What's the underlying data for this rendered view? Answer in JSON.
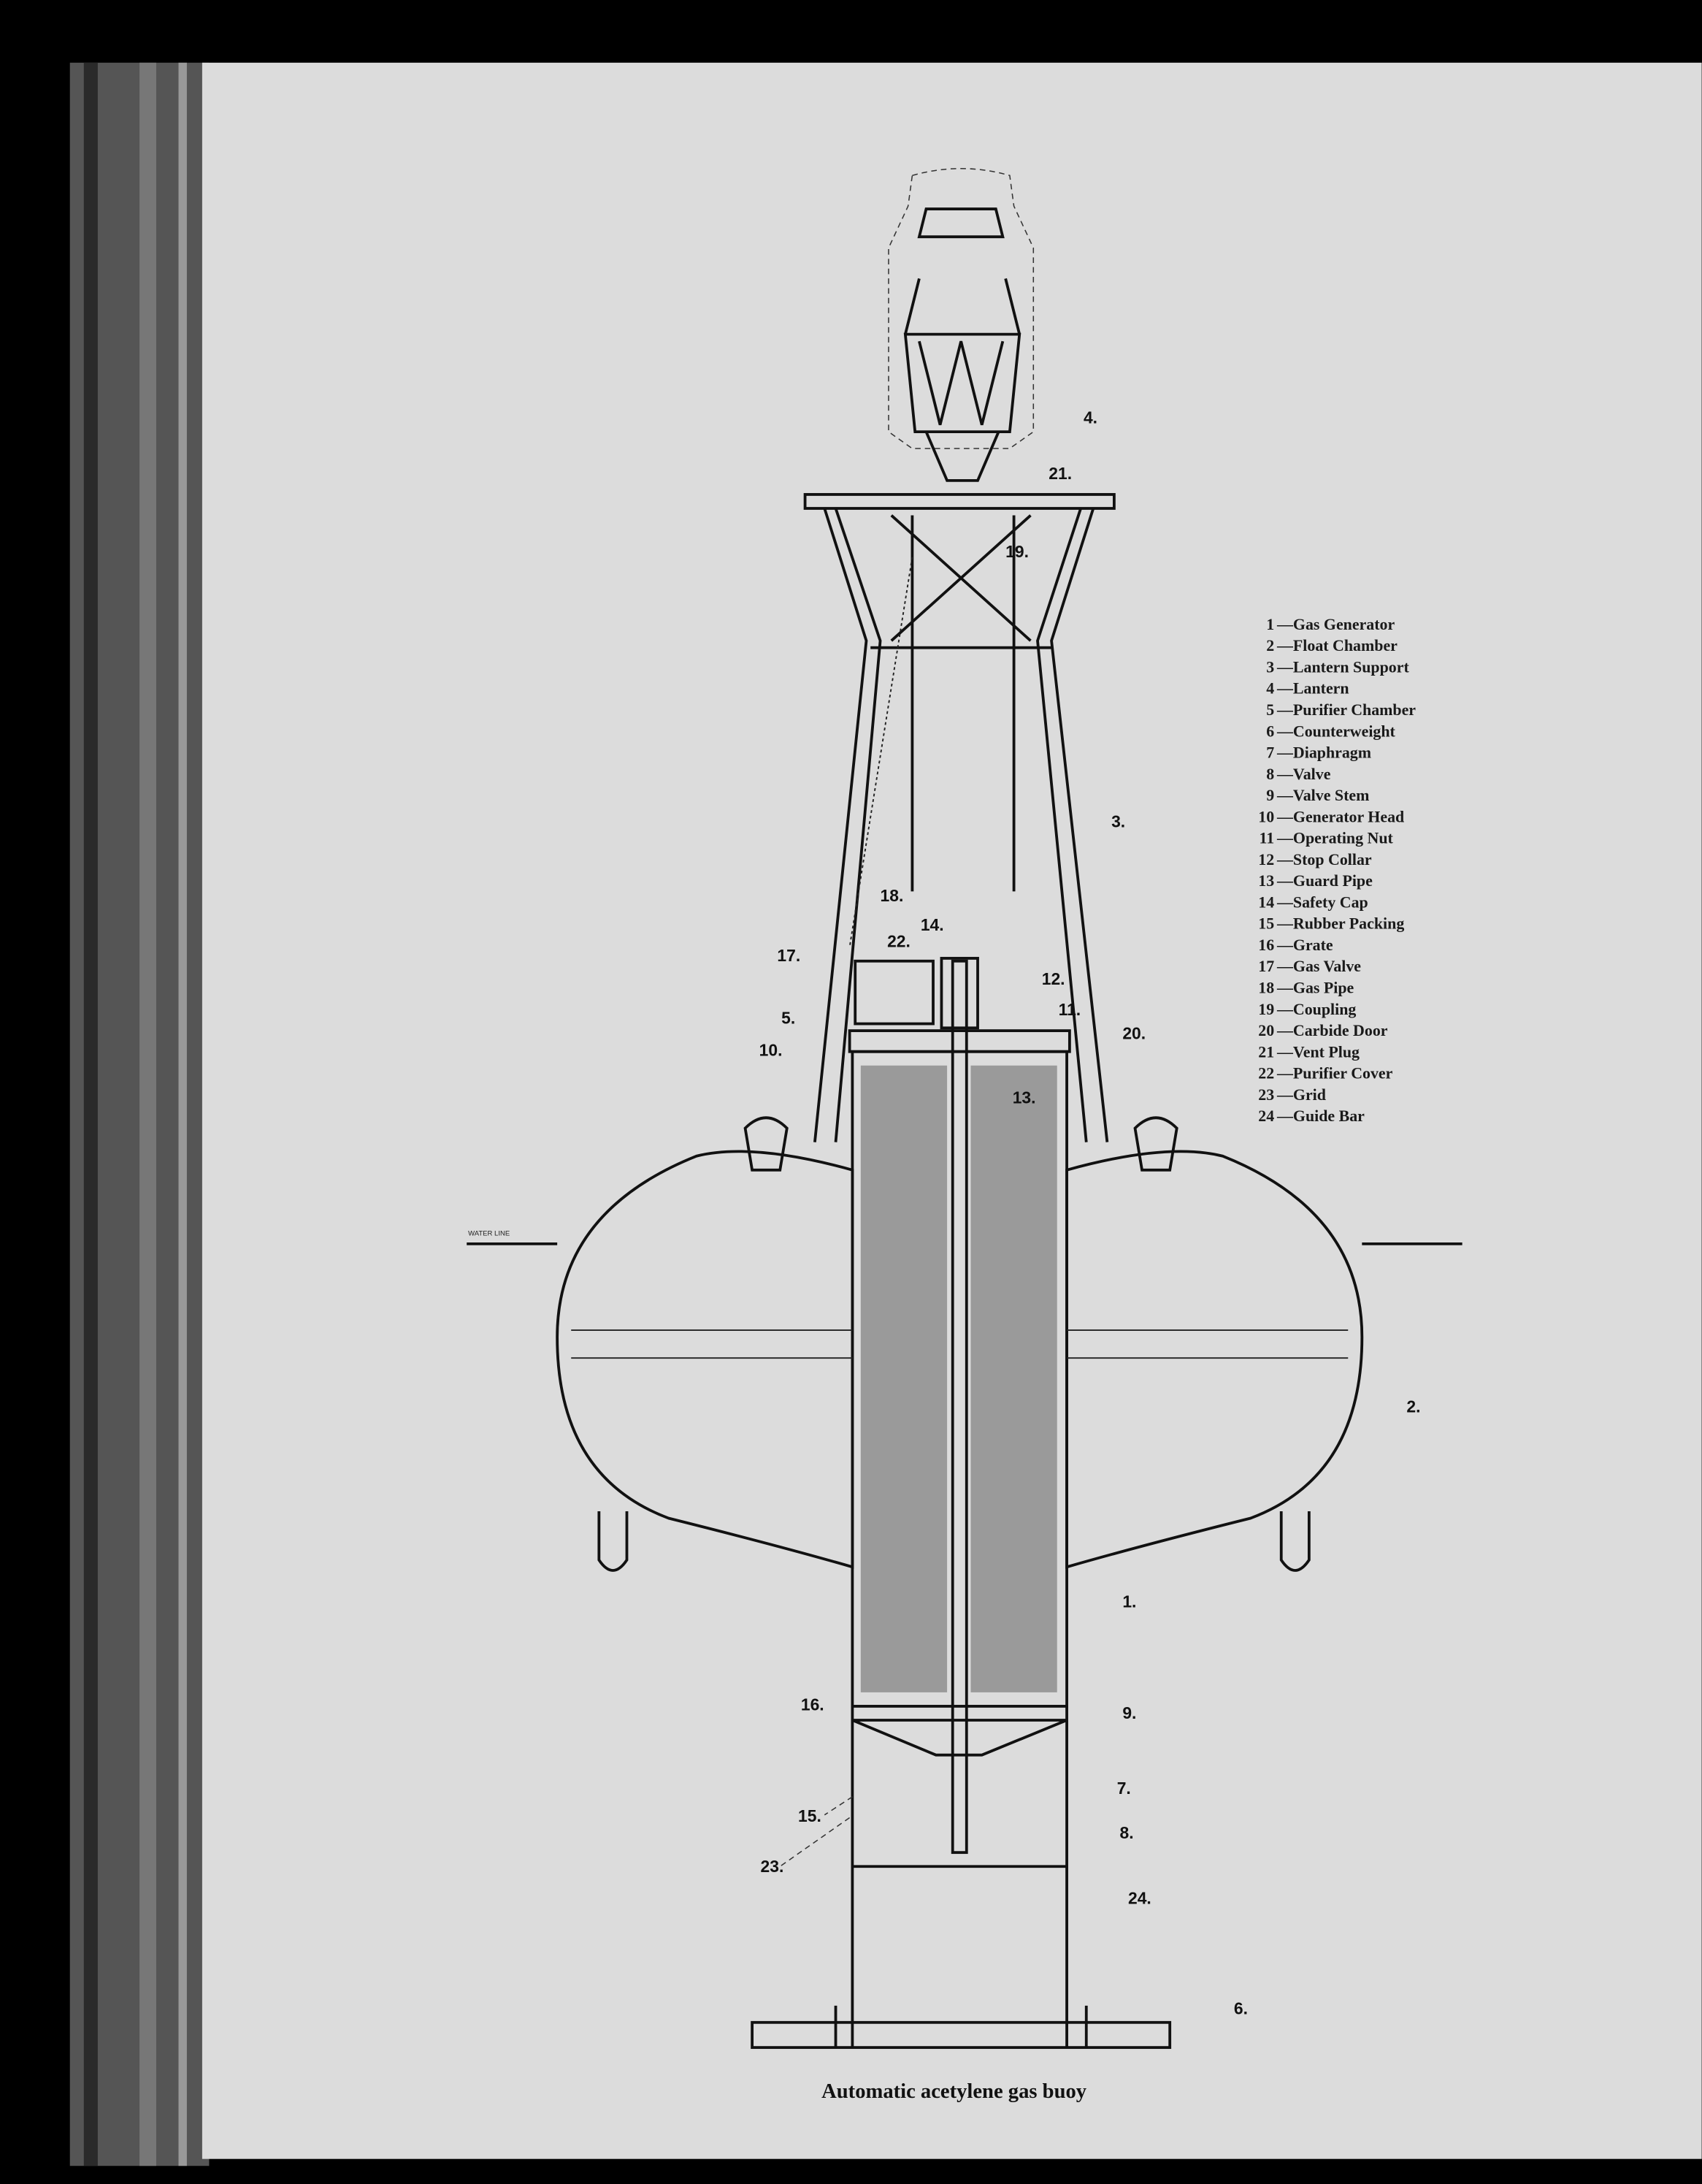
{
  "caption": "Automatic acetylene gas buoy",
  "water_line_label": "WATER LINE",
  "legend": [
    {
      "num": "1",
      "label": "Gas Generator"
    },
    {
      "num": "2",
      "label": "Float Chamber"
    },
    {
      "num": "3",
      "label": "Lantern Support"
    },
    {
      "num": "4",
      "label": "Lantern"
    },
    {
      "num": "5",
      "label": "Purifier Chamber"
    },
    {
      "num": "6",
      "label": "Counterweight"
    },
    {
      "num": "7",
      "label": "Diaphragm"
    },
    {
      "num": "8",
      "label": "Valve"
    },
    {
      "num": "9",
      "label": "Valve Stem"
    },
    {
      "num": "10",
      "label": "Generator Head"
    },
    {
      "num": "11",
      "label": "Operating Nut"
    },
    {
      "num": "12",
      "label": "Stop Collar"
    },
    {
      "num": "13",
      "label": "Guard Pipe"
    },
    {
      "num": "14",
      "label": "Safety Cap"
    },
    {
      "num": "15",
      "label": "Rubber Packing"
    },
    {
      "num": "16",
      "label": "Grate"
    },
    {
      "num": "17",
      "label": "Gas Valve"
    },
    {
      "num": "18",
      "label": "Gas Pipe"
    },
    {
      "num": "19",
      "label": "Coupling"
    },
    {
      "num": "20",
      "label": "Carbide Door"
    },
    {
      "num": "21",
      "label": "Vent Plug"
    },
    {
      "num": "22",
      "label": "Purifier Cover"
    },
    {
      "num": "23",
      "label": "Grid"
    },
    {
      "num": "24",
      "label": "Guide Bar"
    }
  ],
  "callouts": {
    "c1": "1.",
    "c2": "2.",
    "c3": "3.",
    "c4": "4.",
    "c5": "5.",
    "c6": "6.",
    "c7": "7.",
    "c8": "8.",
    "c9": "9.",
    "c10": "10.",
    "c11": "11.",
    "c12": "12.",
    "c13": "13.",
    "c14": "14.",
    "c15": "15.",
    "c16": "16.",
    "c17": "17.",
    "c18": "18.",
    "c19": "19.",
    "c20": "20.",
    "c21": "21.",
    "c22": "22.",
    "c23": "23.",
    "c24": "24."
  }
}
